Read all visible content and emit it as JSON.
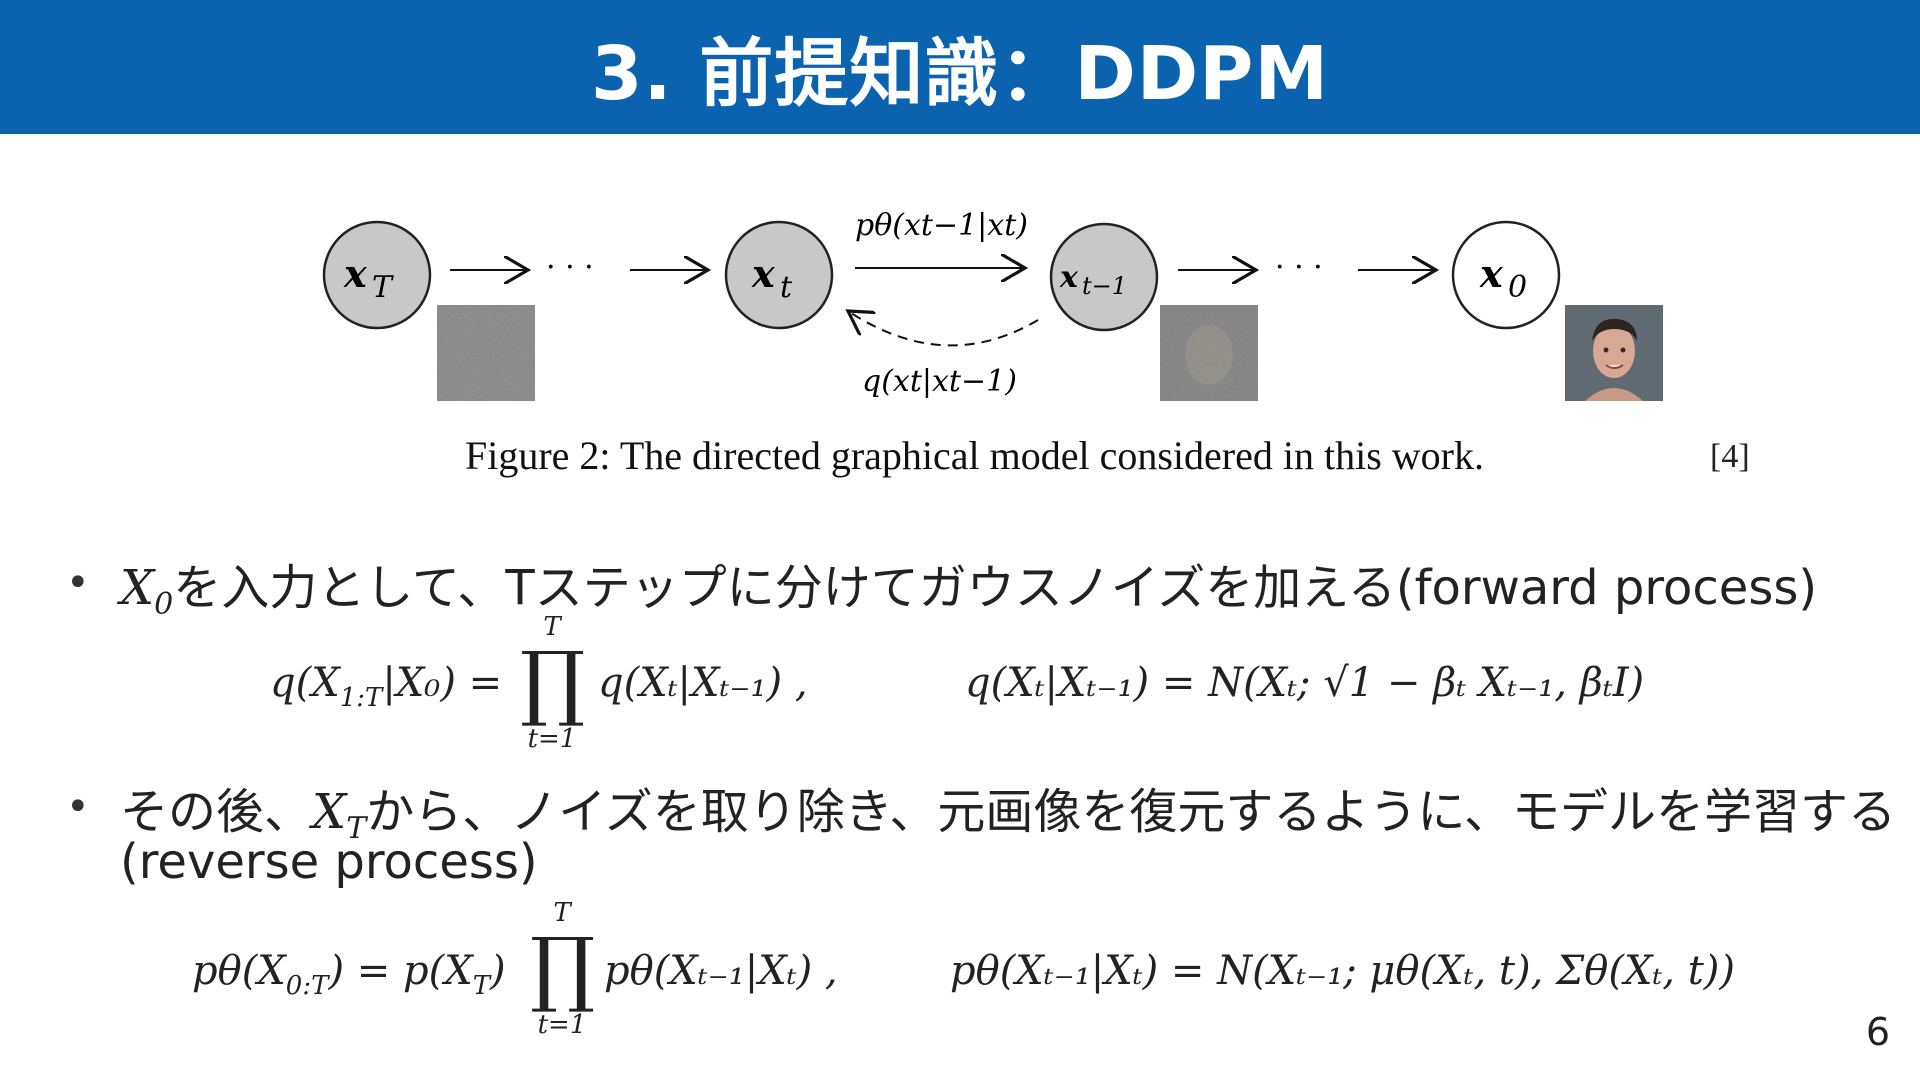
{
  "slide": {
    "title": "3. 前提知識：DDPM",
    "page_number": "6"
  },
  "figure": {
    "nodes": [
      {
        "main": "x",
        "sub": "T"
      },
      {
        "main": "x",
        "sub": "t"
      },
      {
        "main": "x",
        "sub": "t−1"
      },
      {
        "main": "x",
        "sub": "0"
      }
    ],
    "ellipsis": "· · ·",
    "reverse_label": "pθ(xt−1|xt)",
    "forward_label": "q(xt|xt−1)",
    "caption": "Figure 2: The directed graphical model considered in this work.",
    "citation": "[4]"
  },
  "bullets": {
    "b1_var": "X",
    "b1_sub": "0",
    "b1_text": "を入力として、Tステップに分けてガウスノイズを加える(forward process)",
    "b2_pre": "その後、",
    "b2_var": "X",
    "b2_sub": "T",
    "b2_text": "から、ノイズを取り除き、元画像を復元するように、モデルを学習する",
    "b2_line2": "(reverse process)"
  },
  "equations": {
    "eq1_left": "q(X",
    "eq1_left_sub": "1:T",
    "eq1_left_tail": "|X₀) =",
    "eq1_right": "q(Xₜ|Xₜ₋₁) ,",
    "eq2": "q(Xₜ|Xₜ₋₁) = N(Xₜ; √1 − βₜ Xₜ₋₁, βₜI)",
    "prod_top": "T",
    "prod_bottom": "t=1",
    "eq3_left": "pθ(X",
    "eq3_left_sub": "0:T",
    "eq3_left_tail": ") = p(X",
    "eq3_left_sub2": "T",
    "eq3_left_tail2": ")",
    "eq3_right": "pθ(Xₜ₋₁|Xₜ) ,",
    "eq4": "pθ(Xₜ₋₁|Xₜ) = N(Xₜ₋₁; μθ(Xₜ, t), Σθ(Xₜ, t))"
  },
  "colors": {
    "header_bg": "#0b63b0",
    "node_fill_gray": "#c8c8c8",
    "node_fill_white": "#ffffff"
  }
}
